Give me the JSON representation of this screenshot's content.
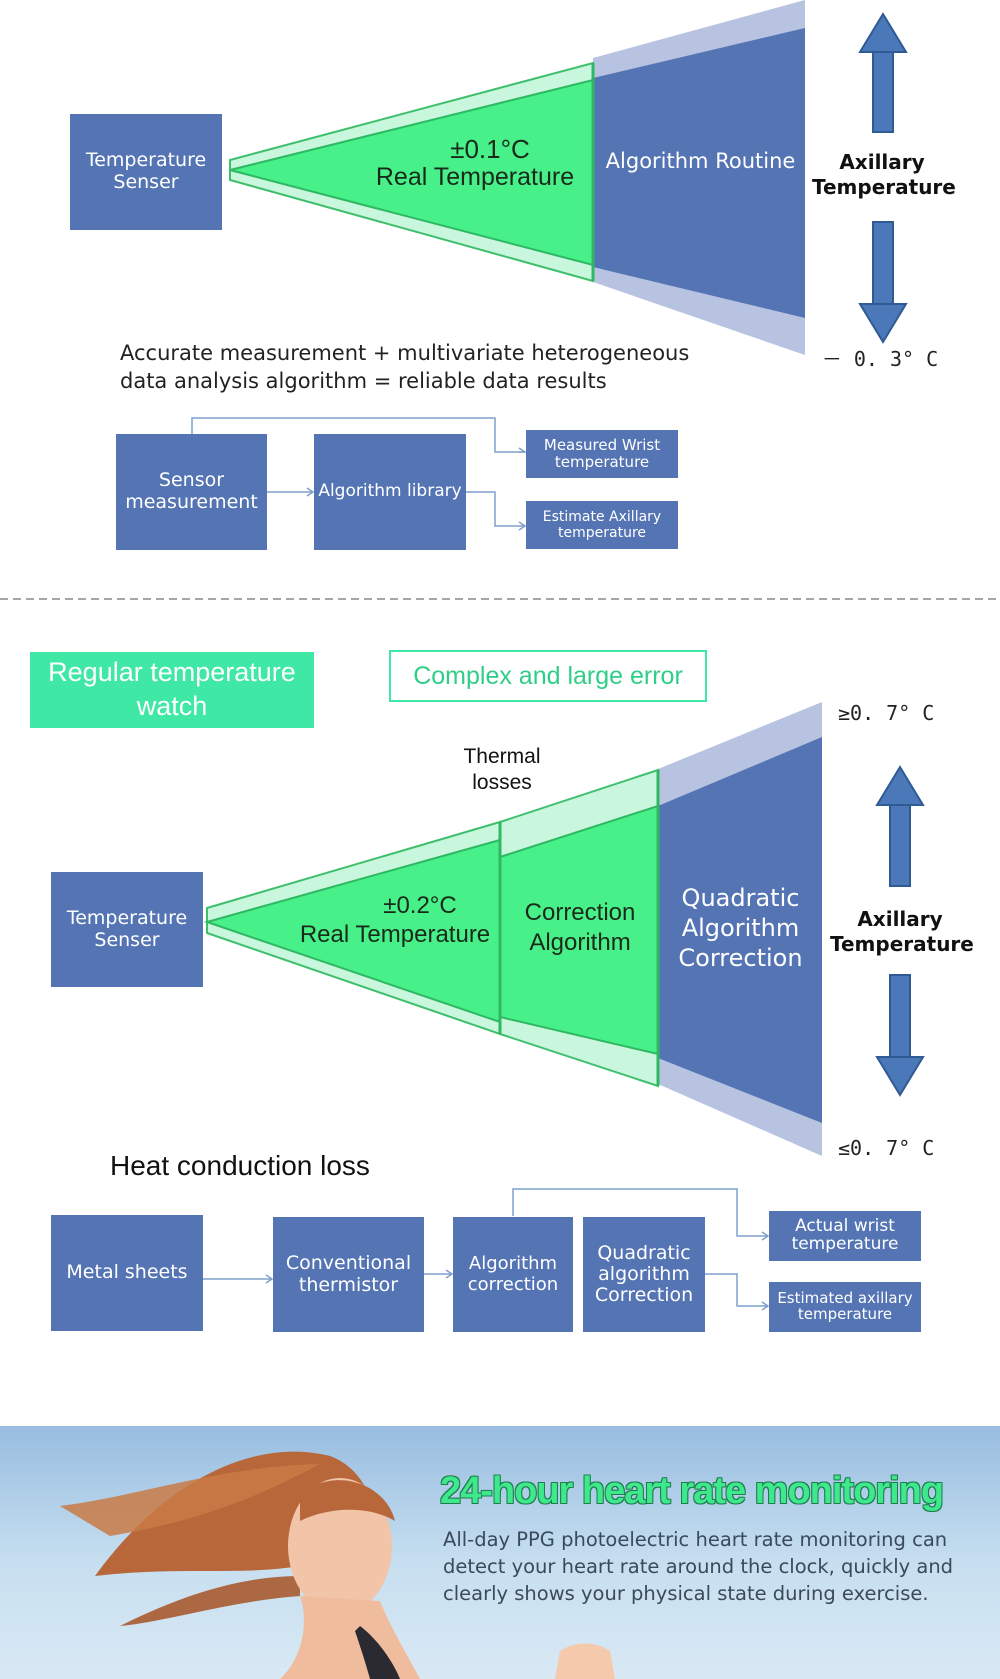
{
  "colors": {
    "box_blue": "#5474b4",
    "green": "#48f08a",
    "light_green": "#c9f7de",
    "light_blue": "#b7c3e0",
    "teal": "#3fe8a4",
    "title_green": "#2fce86"
  },
  "top": {
    "sensor_box": "Temperature Senser",
    "real_temp_value": "±0.1°C",
    "real_temp_label": "Real Temperature",
    "algorithm_label": "Algorithm Routine",
    "axillary_label": "Axillary Temperature",
    "offset_label": "－ 0. 3° C",
    "description_line1": "Accurate measurement + multivariate heterogeneous",
    "description_line2": "data analysis algorithm = reliable data results",
    "flow": {
      "sensor_measurement": "Sensor measurement",
      "algorithm_library": "Algorithm library",
      "measured_wrist": "Measured Wrist temperature",
      "estimate_axillary": "Estimate Axillary temperature"
    }
  },
  "bottom": {
    "regular_watch": "Regular temperature watch",
    "complex_error": "Complex and large error",
    "thermal_losses": "Thermal losses",
    "sensor_box": "Temperature Senser",
    "real_temp_value": "±0.2°C",
    "real_temp_label": "Real Temperature",
    "correction_algorithm": "Correction Algorithm",
    "quadratic_correction": "Quadratic Algorithm Correction",
    "upper_limit": "≥0. 7° C",
    "lower_limit": "≤0. 7° C",
    "axillary_label": "Axillary Temperature",
    "heat_loss_title": "Heat conduction loss",
    "flow": {
      "metal_sheets": "Metal sheets",
      "conventional_thermistor": "Conventional thermistor",
      "algorithm_correction": "Algorithm correction",
      "quadratic_correction": "Quadratic algorithm Correction",
      "actual_wrist": "Actual wrist temperature",
      "estimated_axillary": "Estimated axillary temperature"
    }
  },
  "banner": {
    "title": "24-hour heart rate monitoring",
    "body": "All-day PPG photoelectric heart rate monitoring can detect your heart rate around the clock, quickly and clearly shows your physical state during exercise."
  }
}
